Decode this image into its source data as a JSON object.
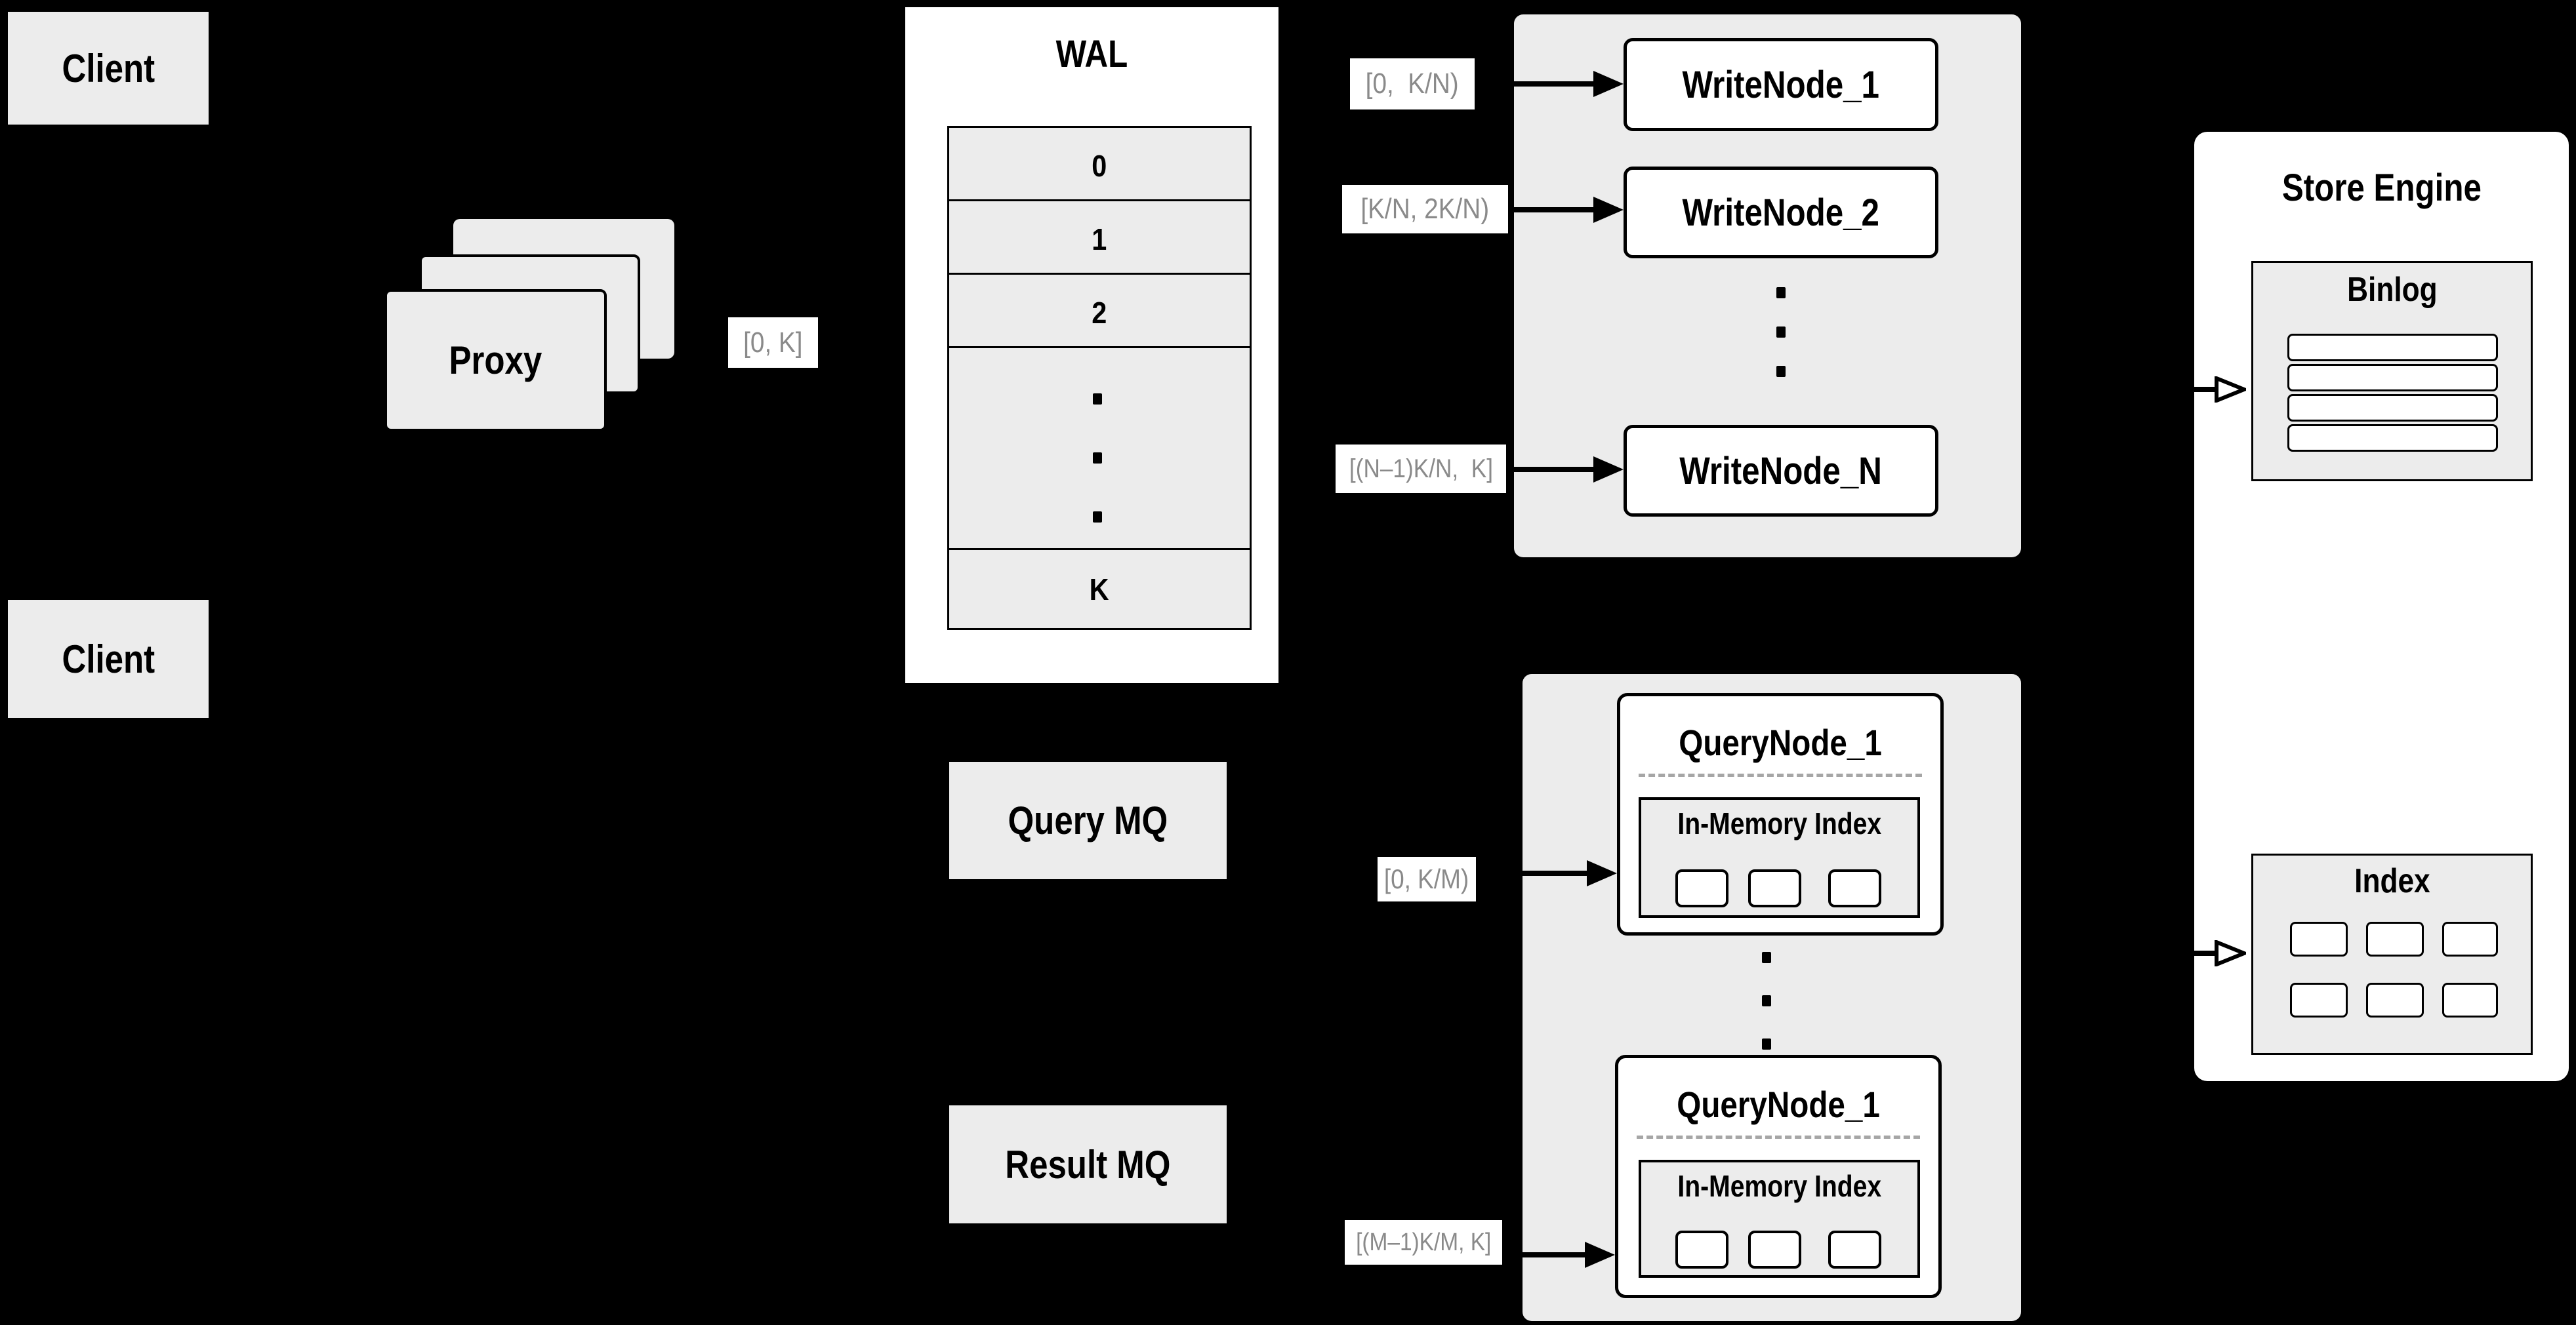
{
  "colors": {
    "background": "#000000",
    "panel_gray": "#ececec",
    "panel_white": "#ffffff",
    "line_black": "#000000",
    "range_label_gray": "#8a8a8a"
  },
  "clients": {
    "top_label": "Client",
    "bottom_label": "Client"
  },
  "proxy": {
    "label": "Proxy"
  },
  "wal": {
    "title": "WAL",
    "segments": [
      "0",
      "1",
      "2",
      "K"
    ]
  },
  "range_labels": {
    "proxy_to_wal": "[0, K]",
    "wal_to_writenode_1": "[0,  K/N)",
    "wal_to_writenode_2": "[K/N, 2K/N)",
    "wal_to_writenode_n": "[(N–1)K/N,  K]",
    "querymq_to_querynode": "[0, K/M)",
    "resultmq_to_querynode": "[(M–1)K/M, K]"
  },
  "write_nodes": {
    "node_1": "WriteNode_1",
    "node_2": "WriteNode_2",
    "node_n": "WriteNode_N"
  },
  "message_queues": {
    "query": "Query MQ",
    "result": "Result MQ"
  },
  "query_nodes": {
    "top": {
      "title": "QueryNode_1",
      "in_memory_index": "In-Memory Index"
    },
    "bottom": {
      "title": "QueryNode_1",
      "in_memory_index": "In-Memory Index"
    }
  },
  "store_engine": {
    "title": "Store Engine",
    "binlog": "Binlog",
    "index": "Index"
  },
  "icons": {
    "solid_arrow_right": "▶",
    "hollow_arrow_right": "▷",
    "vertical_ellipsis": "⋮"
  }
}
